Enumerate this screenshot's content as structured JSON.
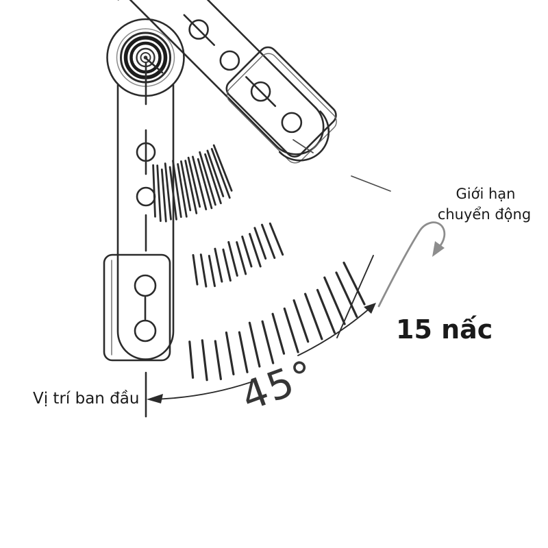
{
  "diagram": {
    "title": "Ratchet hinge adjustment diagram",
    "background": "#ffffff",
    "colors": {
      "line": "#2b2b2b",
      "limit_arrow_gray": "#8d8d8d",
      "text": "#1a1a1a"
    },
    "labels": {
      "motion_limit_line1": "Giới hạn",
      "motion_limit_line2": "chuyển động",
      "steps": "15 nấc",
      "angle": "45°",
      "initial_position": "Vị trí ban đầu"
    }
  }
}
